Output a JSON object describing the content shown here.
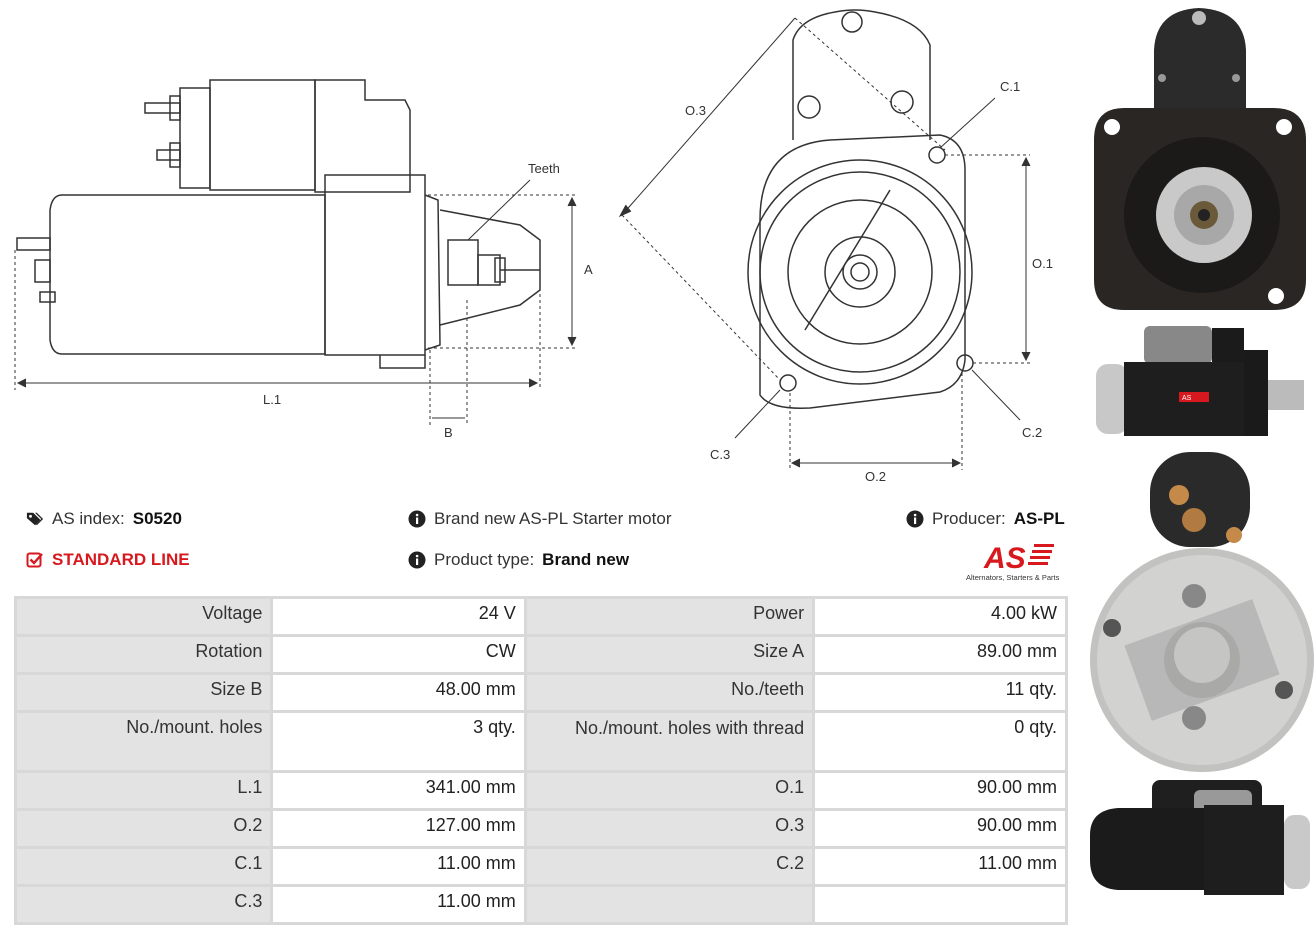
{
  "drawing": {
    "side_labels": {
      "teeth": "Teeth",
      "a": "A",
      "b": "B",
      "l1": "L.1"
    },
    "front_labels": {
      "o1": "O.1",
      "o2": "O.2",
      "o3": "O.3",
      "c1": "C.1",
      "c2": "C.2",
      "c3": "C.3"
    }
  },
  "header": {
    "as_index_label": "AS index:",
    "as_index_value": "S0520",
    "line_label": "STANDARD LINE",
    "description": "Brand new AS-PL Starter motor",
    "product_type_label": "Product type:",
    "product_type_value": "Brand new",
    "producer_label": "Producer:",
    "producer_value": "AS-PL",
    "logo_text": "AS",
    "logo_tagline": "Alternators, Starters & Parts",
    "colors": {
      "accent_red": "#d7191f",
      "text": "#333333"
    }
  },
  "specs": {
    "rows": [
      [
        "Voltage",
        "24 V",
        "Power",
        "4.00 kW"
      ],
      [
        "Rotation",
        "CW",
        "Size A",
        "89.00 mm"
      ],
      [
        "Size B",
        "48.00 mm",
        "No./teeth",
        "11 qty."
      ],
      [
        "No./mount. holes",
        "3 qty.",
        "No./mount. holes with thread",
        "0 qty."
      ],
      [
        "L.1",
        "341.00 mm",
        "O.1",
        "90.00 mm"
      ],
      [
        "O.2",
        "127.00 mm",
        "O.3",
        "90.00 mm"
      ],
      [
        "C.1",
        "11.00 mm",
        "C.2",
        "11.00 mm"
      ],
      [
        "C.3",
        "11.00 mm",
        "",
        ""
      ]
    ]
  },
  "photos": {
    "label_badge": "AS"
  }
}
